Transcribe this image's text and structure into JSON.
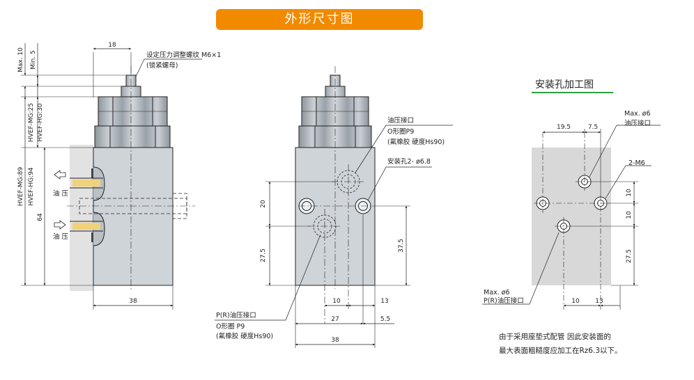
{
  "title": "外形尺寸图",
  "mount_title": "安装孔加工图",
  "colors": {
    "banner": "#f28a00",
    "accent_green": "#2e9e3e",
    "body_fill": "#cfd4d9",
    "plate_fill": "#d8d8d8",
    "line": "#222222"
  },
  "side_view": {
    "adjust_screw_label": "设定压力调整螺纹 M6×1",
    "lock_nut_label": "(锁紧螺母)",
    "width_top": "18",
    "width_bottom": "38",
    "max_label": "Max. 10",
    "min_label": "Min. 5",
    "label_mg25": "HVEF-MG:25",
    "label_hg30": "HVEF-HG:30",
    "label_mg89": "HVEF-MG:89",
    "label_hg94": "HVEF-HG:94",
    "dim_64": "64",
    "port_out": "油 压",
    "port_in": "油 压"
  },
  "front_view": {
    "port_label": "油压接口",
    "oring_label": "O形圈P9",
    "oring_material": "(氟橡胶 硬度Hs90)",
    "mount_hole_label": "安装孔2- ø6.8",
    "p_port_label": "P(R)油压接口",
    "p_oring_label": "O形圈 P9",
    "p_oring_material": "(氟橡胶 硬度Hs90)",
    "dim_20": "20",
    "dim_27_5": "27.5",
    "dim_37_5": "37.5",
    "dim_10": "10",
    "dim_13": "13",
    "dim_27": "27",
    "dim_5_5": "5.5",
    "dim_38": "38"
  },
  "mount_view": {
    "max_top": "Max. ø6",
    "top_port": "油压接口",
    "thread_label": "2-M6",
    "max_bottom": "Max. ø6",
    "p_port": "P(R)油压接口",
    "dim_19_5": "19.5",
    "dim_7_5": "7.5",
    "dim_10a": "10",
    "dim_10b": "10",
    "dim_27_5": "27.5",
    "dim_10c": "10",
    "dim_13": "13"
  },
  "note_line1": "由于采用座垫式配管 因此安装面的",
  "note_line2": "最大表面粗糙度应加工在Rz6.3以下。"
}
